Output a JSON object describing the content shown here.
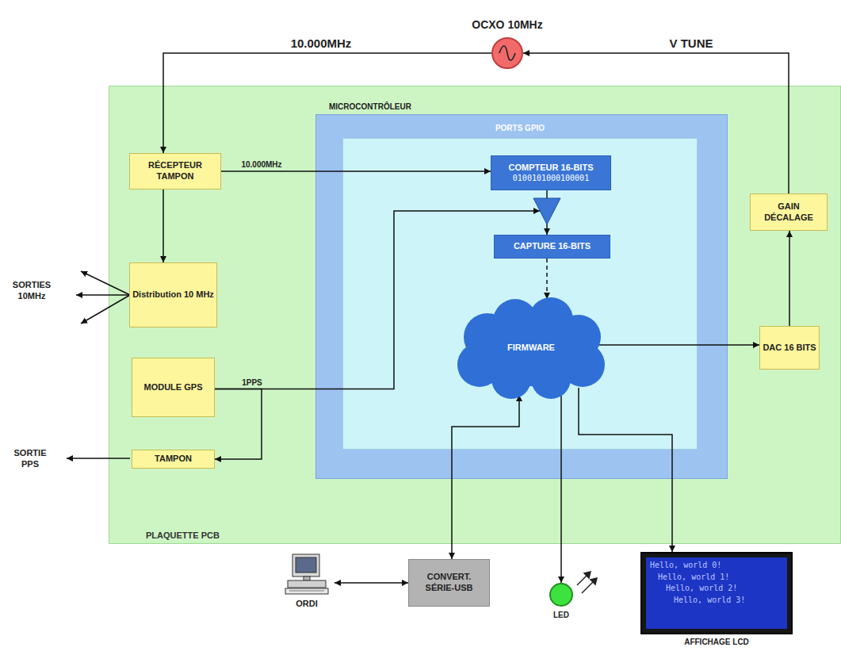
{
  "diagram": {
    "nodes": [
      {
        "text": [
          "OCXO 10MHz"
        ]
      },
      {
        "text": [
          "PLAQUETTE PCB"
        ]
      },
      {
        "text": [
          "RÉCEPTEUR TAMPON"
        ],
        "in": 1
      },
      {
        "text": [
          "Distribution 10 MHz"
        ],
        "in": 1
      },
      {
        "text": [
          "MODULE GPS"
        ],
        "in": 1
      },
      {
        "text": [
          "TAMPON"
        ],
        "in": 1
      },
      {
        "text": [
          "MICROCONTRÔLEUR"
        ],
        "in": 1
      },
      {
        "text": [
          "PORTS GPIO"
        ],
        "in": 6
      },
      {
        "text": [
          "COMPTEUR 16-BITS",
          "0100101000100001"
        ],
        "in": 7
      },
      {
        "text": [
          "CAPTURE 16-BITS"
        ],
        "in": 7
      },
      {
        "text": [
          "FIRMWARE"
        ],
        "in": 7
      },
      {
        "text": [
          "GAIN DÉCALAGE"
        ],
        "in": 1
      },
      {
        "text": [
          "DAC 16 BITS"
        ],
        "in": 1
      },
      {
        "text": [
          "ORDI"
        ]
      },
      {
        "text": [
          "CONVERT. SÉRIE-USB"
        ]
      },
      {
        "text": [
          "LED"
        ]
      },
      {
        "text": [
          "Hello, world 0!",
          "Hello, world 1!",
          "Hello, world 2!",
          "Hello, world 3!",
          "AFFICHAGE LCD"
        ]
      }
    ],
    "edges": [
      {
        "from": 0,
        "to": 2,
        "label": "10.000MHz",
        "arrow": "to"
      },
      {
        "from": 11,
        "to": 0,
        "arrow": "to"
      },
      {
        "from": 2,
        "to": 8,
        "label": "10.000MHz",
        "arrow": "to"
      },
      {
        "from": 2,
        "to": 3,
        "arrow": "to"
      },
      {
        "from": 4,
        "to": 5,
        "arrow": "to"
      },
      {
        "from": 4,
        "to": 9,
        "arrow": "to"
      },
      {
        "from": 8,
        "to": 9,
        "arrow": "to"
      },
      {
        "from": 9,
        "to": 10,
        "arrow": "to"
      },
      {
        "from": 10,
        "to": 12,
        "arrow": "to"
      },
      {
        "from": 12,
        "to": 11,
        "arrow": "to"
      },
      {
        "from": 10,
        "to": 14,
        "arrow": "both"
      },
      {
        "from": 14,
        "to": 13,
        "arrow": "both"
      },
      {
        "from": 10,
        "to": 15,
        "arrow": "to"
      },
      {
        "from": 10,
        "to": 16,
        "arrow": "to"
      }
    ],
    "labels": [
      "SORTIES 10MHz",
      "SORTIE PPS",
      "1PPS",
      "V TUNE"
    ]
  }
}
